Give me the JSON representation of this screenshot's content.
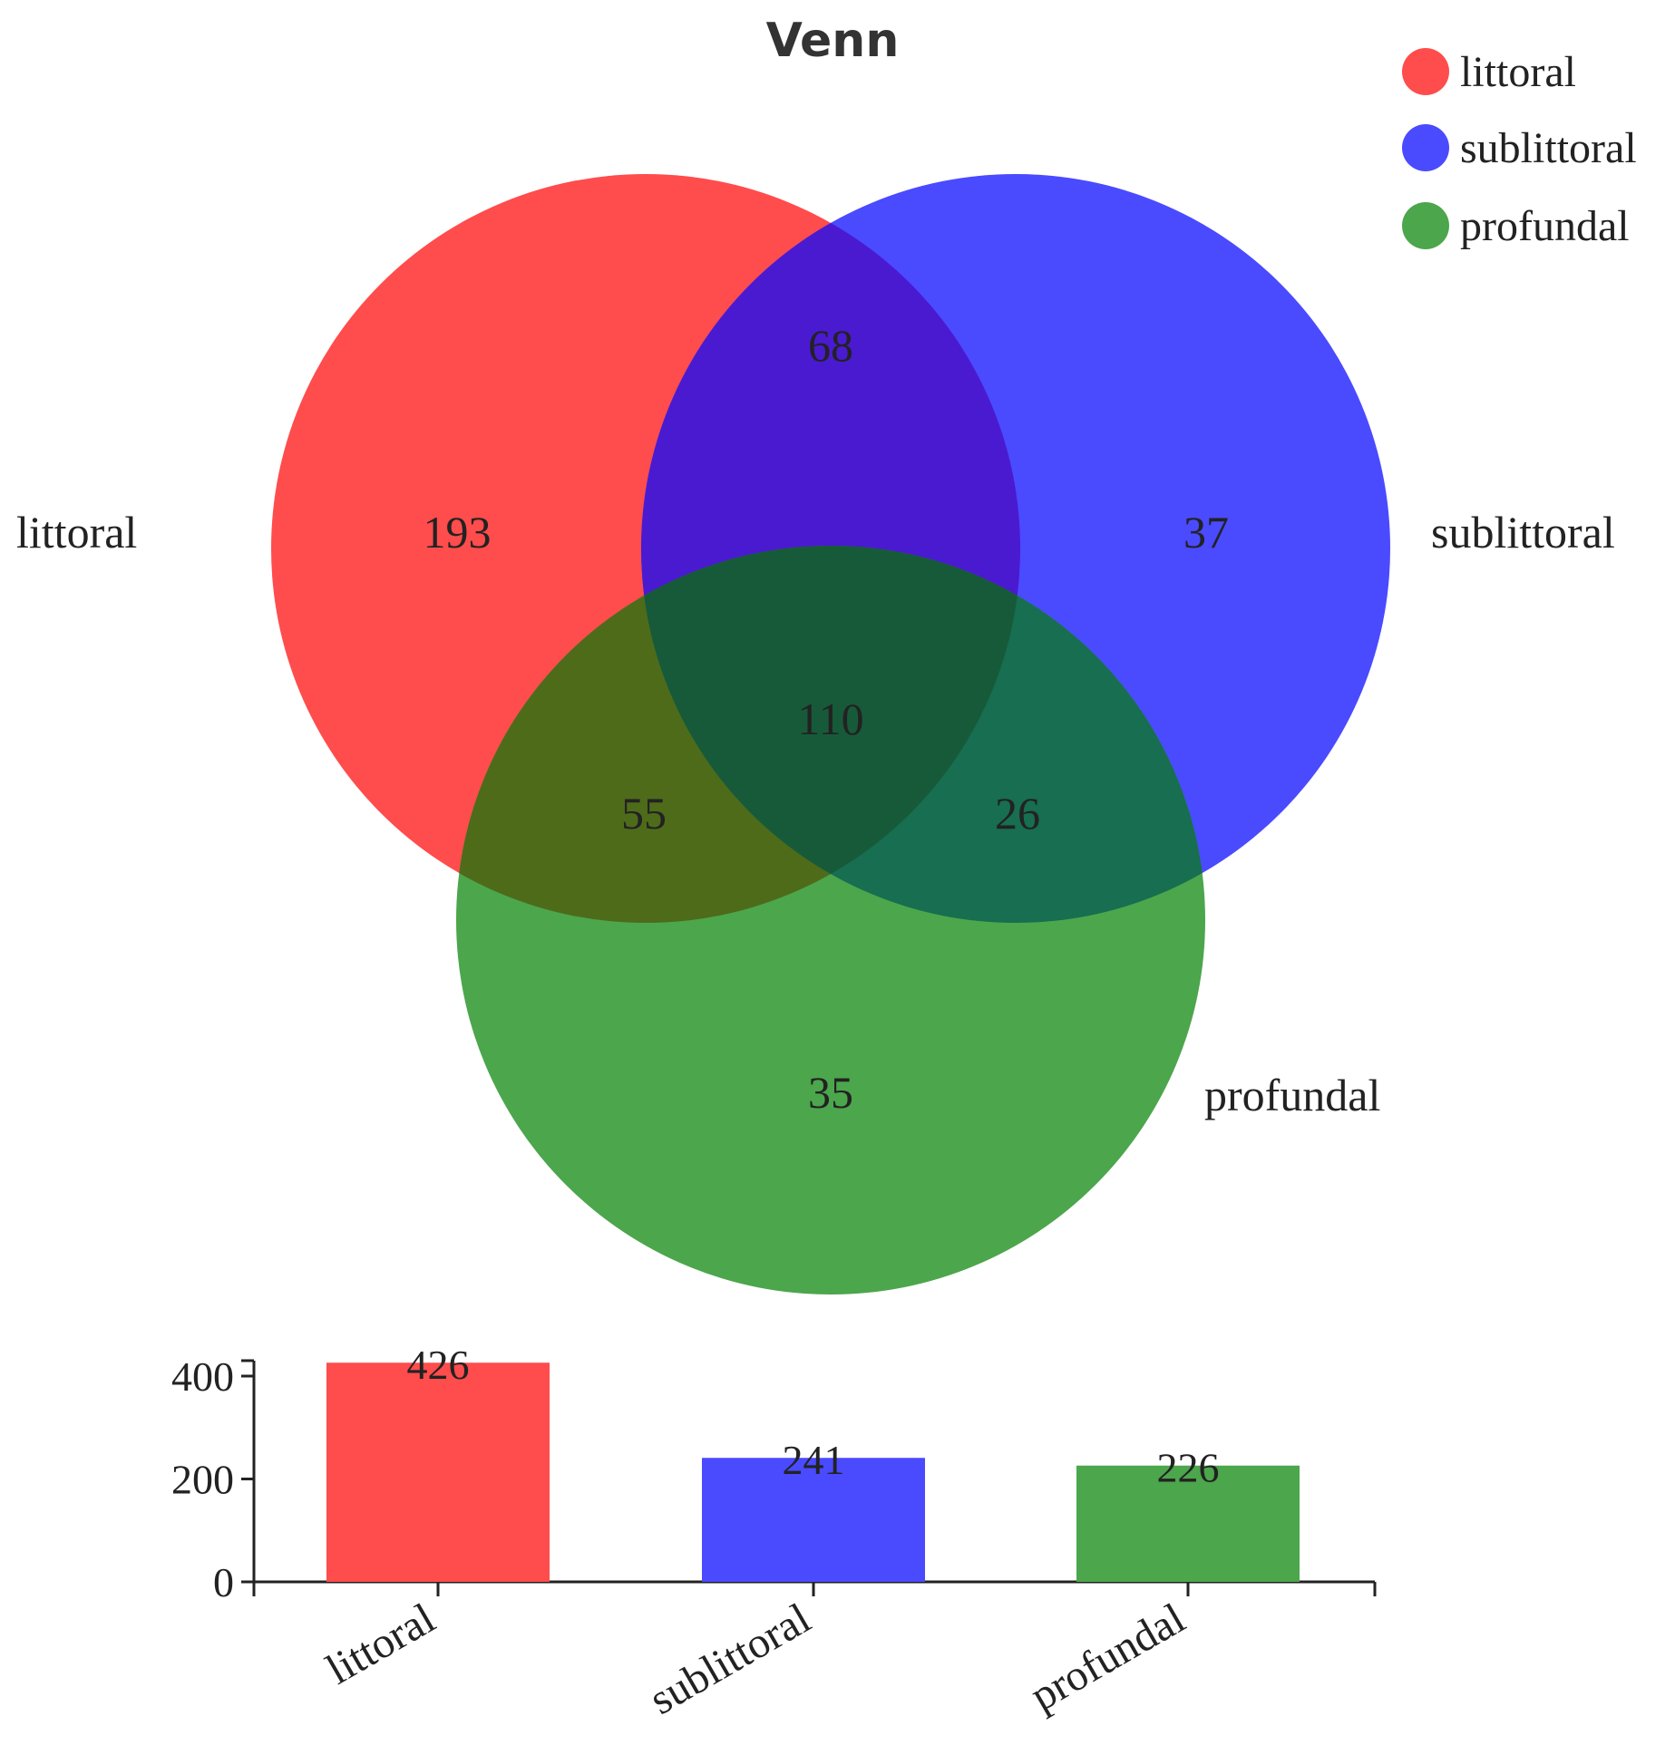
{
  "chart_data": [
    {
      "type": "venn",
      "title": "Venn",
      "sets": [
        {
          "name": "littoral",
          "color": "#ff4c4c"
        },
        {
          "name": "sublittoral",
          "color": "#4a4aff"
        },
        {
          "name": "profundal",
          "color": "#4ca64c"
        }
      ],
      "regions": {
        "littoral_only": "193",
        "sublittoral_only": "37",
        "profundal_only": "35",
        "littoral_sublittoral": "68",
        "littoral_profundal": "55",
        "sublittoral_profundal": "26",
        "all_three": "110"
      },
      "legend": {
        "position": "top-right"
      }
    },
    {
      "type": "bar",
      "categories": [
        "littoral",
        "sublittoral",
        "profundal"
      ],
      "values": [
        426,
        241,
        226
      ],
      "value_labels": [
        "426",
        "241",
        "226"
      ],
      "colors": [
        "#ff4c4c",
        "#4a4aff",
        "#4ca64c"
      ],
      "ylim": [
        0,
        430
      ],
      "yticks": [
        0,
        200,
        400
      ],
      "ytick_labels": [
        "0",
        "200",
        "400"
      ]
    }
  ]
}
